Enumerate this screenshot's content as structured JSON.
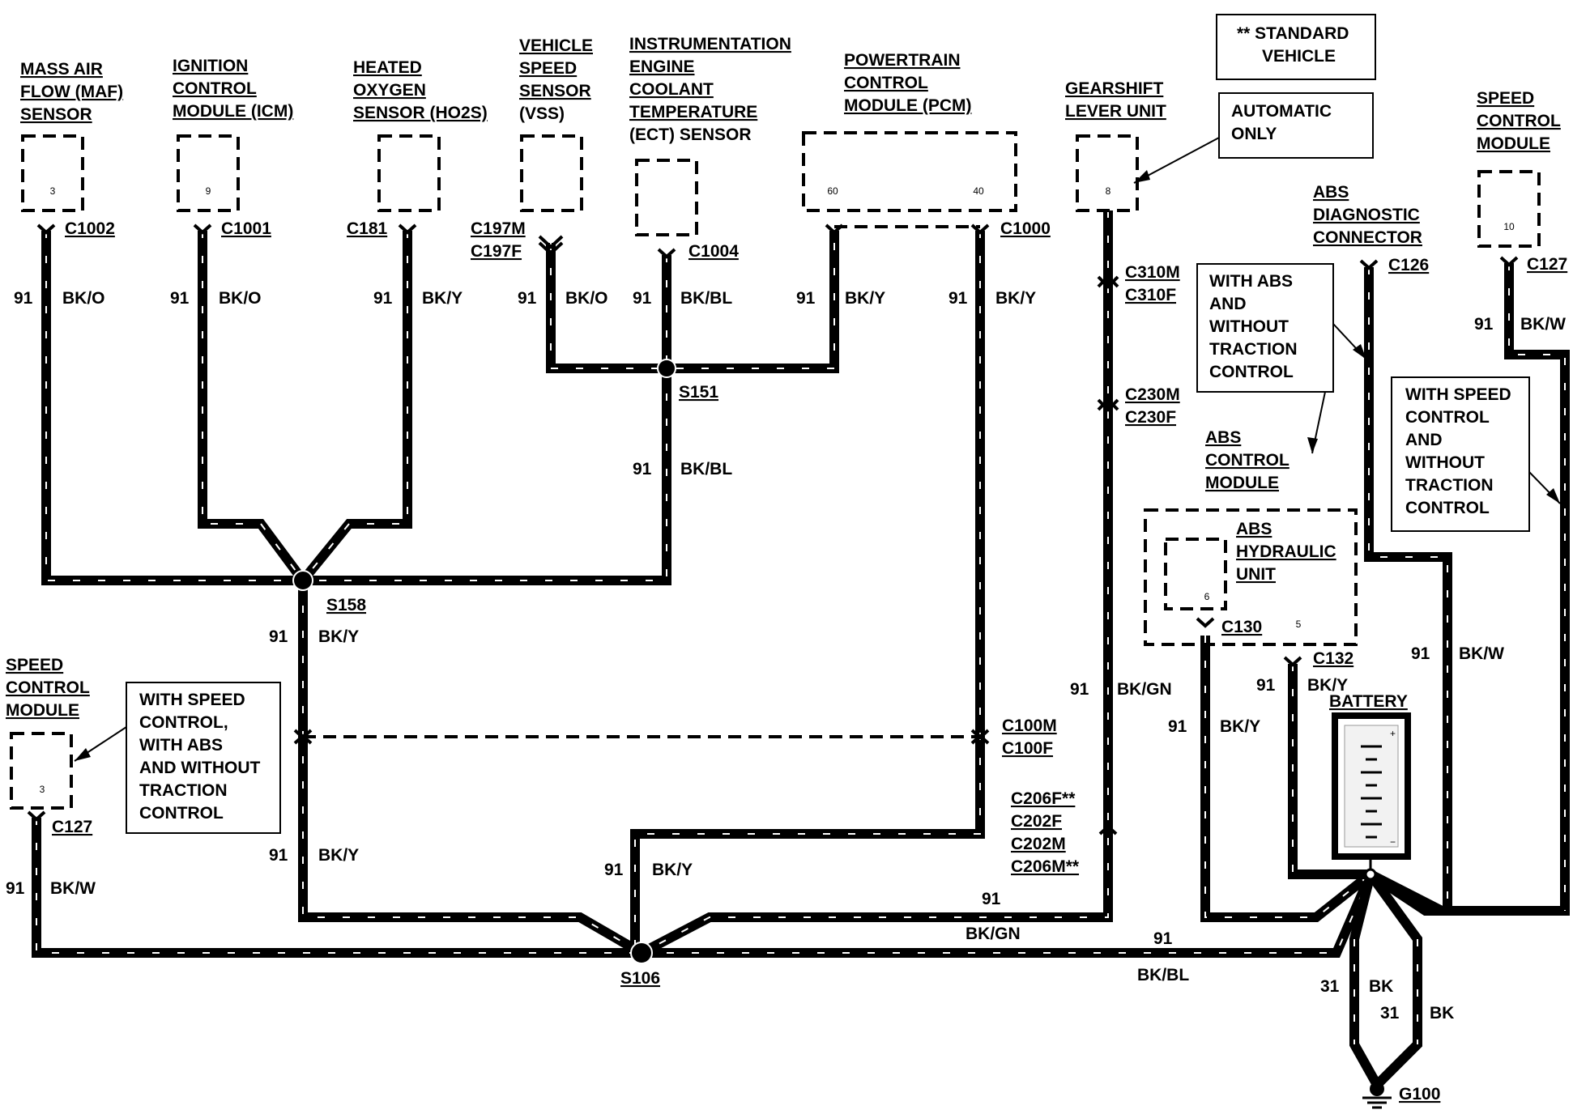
{
  "components": {
    "maf": [
      "MASS AIR",
      "FLOW (MAF)",
      "SENSOR"
    ],
    "icm": [
      "IGNITION",
      "CONTROL",
      "MODULE (ICM)"
    ],
    "ho2s": [
      "HEATED",
      "OXYGEN",
      "SENSOR (HO2S)"
    ],
    "vss": [
      "VEHICLE",
      "SPEED",
      "SENSOR",
      "(VSS)"
    ],
    "ect": [
      "INSTRUMENTATION",
      "ENGINE",
      "COOLANT",
      "TEMPERATURE",
      "(ECT) SENSOR"
    ],
    "pcm": [
      "POWERTRAIN",
      "CONTROL",
      "MODULE (PCM)"
    ],
    "gearshift": [
      "GEARSHIFT",
      "LEVER UNIT"
    ],
    "scm_right": [
      "SPEED",
      "CONTROL",
      "MODULE"
    ],
    "abs_diag": [
      "ABS",
      "DIAGNOSTIC",
      "CONNECTOR"
    ],
    "abs_cm": [
      "ABS",
      "CONTROL",
      "MODULE"
    ],
    "abs_hu": [
      "ABS",
      "HYDRAULIC",
      "UNIT"
    ],
    "scm_left": [
      "SPEED",
      "CONTROL",
      "MODULE"
    ],
    "battery": "BATTERY"
  },
  "notes": {
    "standard": [
      "** STANDARD",
      "VEHICLE"
    ],
    "automatic": [
      "AUTOMATIC",
      "ONLY"
    ],
    "abs_no_tc": [
      "WITH ABS",
      "AND",
      "WITHOUT",
      "TRACTION",
      "CONTROL"
    ],
    "speed_no_tc": [
      "WITH SPEED",
      "CONTROL",
      "AND",
      "WITHOUT",
      "TRACTION",
      "CONTROL"
    ],
    "speed_abs": [
      "WITH SPEED",
      "CONTROL,",
      "WITH ABS",
      "AND WITHOUT",
      "TRACTION",
      "CONTROL"
    ]
  },
  "pins": {
    "maf": "3",
    "icm": "9",
    "vss": "",
    "pcm_a": "60",
    "pcm_b": "40",
    "gearshift": "8",
    "scm_right": "10",
    "abs_hu": "6",
    "abs_cm": "5",
    "scm_left": "3"
  },
  "connectors": {
    "c1002": "C1002",
    "c1001": "C1001",
    "c181": "C181",
    "c197m": "C197M",
    "c197f": "C197F",
    "c1004": "C1004",
    "c1000": "C1000",
    "c310m": "C310M",
    "c310f": "C310F",
    "c230m": "C230M",
    "c230f": "C230F",
    "c126": "C126",
    "c127r": "C127",
    "c130": "C130",
    "c132": "C132",
    "c100m": "C100M",
    "c100f": "C100F",
    "c206f": "C206F**",
    "c202f": "C202F",
    "c202m": "C202M",
    "c206m": "C206M**",
    "c127l": "C127"
  },
  "splices": {
    "s151": "S151",
    "s158": "S158",
    "s106": "S106",
    "g100": "G100"
  },
  "circuits": {
    "c91": "91",
    "c31": "31"
  },
  "colors": {
    "bko": "BK/O",
    "bky": "BK/Y",
    "bkbl": "BK/BL",
    "bkw": "BK/W",
    "bkgn": "BK/GN",
    "bk": "BK"
  }
}
